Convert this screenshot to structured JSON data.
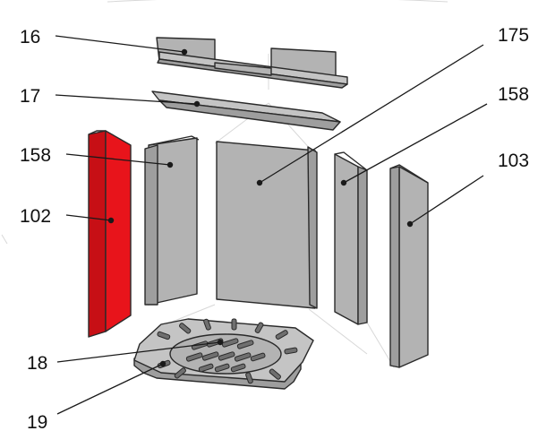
{
  "colors": {
    "plate_fill": "#b3b3b3",
    "plate_side": "#9e9e9e",
    "plate_top": "#c4c4c4",
    "highlight_fill": "#e8141b",
    "highlight_side": "#c70f15",
    "slot_fill": "#6f6f6f",
    "outline": "#2a2a2a"
  },
  "parts": {
    "p16": {
      "label": "16",
      "name": "upper baffle plate"
    },
    "p17": {
      "label": "17",
      "name": "lower baffle plate"
    },
    "p158_left": {
      "label": "158",
      "name": "front left side brick"
    },
    "p102": {
      "label": "102",
      "name": "left side brick",
      "highlighted": true
    },
    "p175": {
      "label": "175",
      "name": "rear brick"
    },
    "p158_right": {
      "label": "158",
      "name": "front right side brick"
    },
    "p103": {
      "label": "103",
      "name": "right side brick"
    },
    "p18": {
      "label": "18",
      "name": "grate"
    },
    "p19": {
      "label": "19",
      "name": "base plate"
    }
  }
}
